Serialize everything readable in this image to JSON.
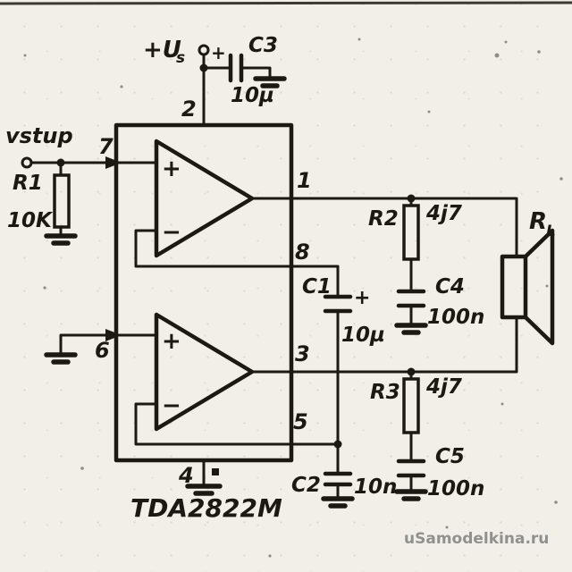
{
  "meta": {
    "description": "Hand-drawn schematic of a TDA2822M bridge audio amplifier"
  },
  "colors": {
    "paper": "#f1efe8",
    "ink": "#1c1914",
    "watermark": "#90918f"
  },
  "texts": {
    "input_label": "vstup",
    "supply_label": "+U",
    "supply_sub": "s",
    "c3_polarity": "+",
    "c1_polarity": "+",
    "opamp_plus": "+",
    "opamp_minus": "−",
    "ic_part_number": "TDA2822M",
    "speaker_ref": "R",
    "speaker_sub": "L",
    "watermark": "uSamodelkina.ru"
  },
  "pins": {
    "pin1": "1",
    "pin2": "2",
    "pin3": "3",
    "pin4": "4",
    "pin5": "5",
    "pin6": "6",
    "pin7": "7",
    "pin8": "8"
  },
  "components": {
    "r1": {
      "ref": "R1",
      "value": "10K"
    },
    "r2": {
      "ref": "R2",
      "value": "4j7"
    },
    "r3": {
      "ref": "R3",
      "value": "4j7"
    },
    "c1": {
      "ref": "C1",
      "value": "10µ"
    },
    "c2": {
      "ref": "C2",
      "value": "10n"
    },
    "c3": {
      "ref": "C3",
      "value": "10µ"
    },
    "c4": {
      "ref": "C4",
      "value": "100n"
    },
    "c5": {
      "ref": "C5",
      "value": "100n"
    }
  }
}
